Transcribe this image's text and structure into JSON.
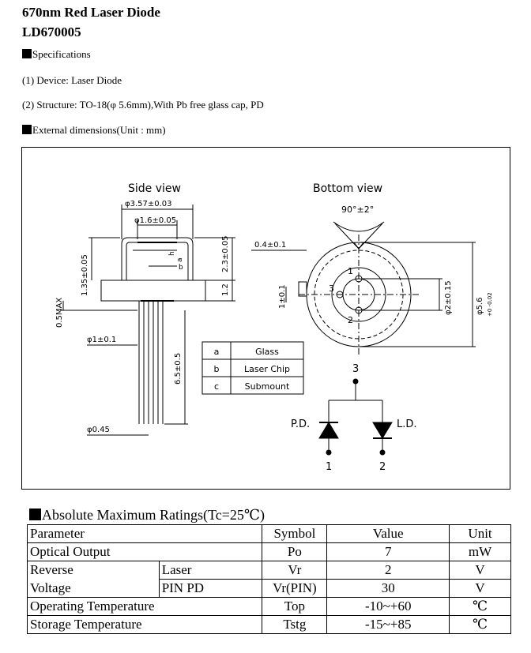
{
  "header": {
    "title_line1": "670nm Red Laser Diode",
    "title_line2": "LD670005"
  },
  "specs": {
    "heading": "Specifications",
    "device": "(1) Device: Laser Diode",
    "structure": "(2) Structure: TO-18(φ 5.6mm),With Pb free glass cap, PD",
    "ext_heading": "External dimensions(Unit : mm)"
  },
  "drawing": {
    "side_view_label": "Side view",
    "bottom_view_label": "Bottom view",
    "dims": {
      "cap_dia": "φ3.57±0.03",
      "window_dia": "φ1.6±0.05",
      "h_label": "h",
      "a_label": "a",
      "b_label": "b",
      "height_135": "1.35±0.05",
      "height_23": "2.3±0.05",
      "flange_12": "1.2",
      "max_05": "0.5MAX",
      "dia_1": "φ1±0.1",
      "lead_len": "6.5±0.5",
      "lead_dia": "φ0.45",
      "angle": "90°±2°",
      "notch": "0.4±0.1",
      "pin_offset": "1±0.1",
      "pcd": "φ2±0.15",
      "outer_dia": "φ5.6",
      "outer_tol": "+0 -0.02"
    },
    "pin_labels": [
      "1",
      "2",
      "3"
    ],
    "legend": [
      {
        "key": "a",
        "value": "Glass"
      },
      {
        "key": "b",
        "value": "Laser Chip"
      },
      {
        "key": "c",
        "value": "Submount"
      }
    ],
    "circuit": {
      "pd_label": "P.D.",
      "ld_label": "L.D.",
      "pin_common": "3",
      "pin_pd": "1",
      "pin_ld": "2"
    }
  },
  "ratings": {
    "heading": "Absolute Maximum Ratings(Tc=25℃)",
    "headers": [
      "Parameter",
      "Symbol",
      "Value",
      "Unit"
    ],
    "optical": {
      "parameter": "Optical Output",
      "symbol": "Po",
      "value": "7",
      "unit": "mW"
    },
    "reverse_label": "Reverse",
    "voltage_label": "Voltage",
    "reverse_laser": {
      "sub": "Laser",
      "symbol": "Vr",
      "value": "2",
      "unit": "V"
    },
    "reverse_pd": {
      "sub": "PIN PD",
      "symbol": "Vr(PIN)",
      "value": "30",
      "unit": "V"
    },
    "operating": {
      "parameter": "Operating Temperature",
      "symbol": "Top",
      "value": "-10~+60",
      "unit": "℃"
    },
    "storage": {
      "parameter": "Storage Temperature",
      "symbol": "Tstg",
      "value": "-15~+85",
      "unit": "℃"
    }
  }
}
